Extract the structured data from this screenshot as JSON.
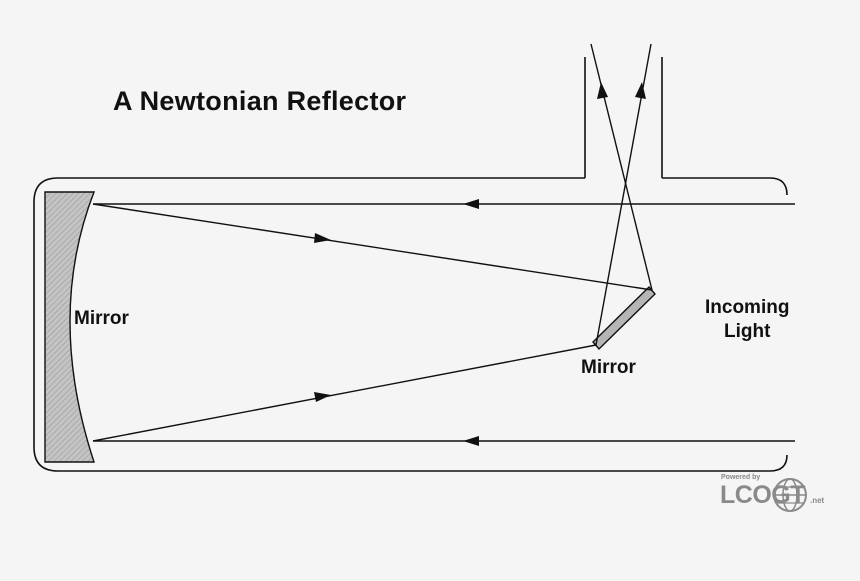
{
  "title": "A Newtonian Reflector",
  "labels": {
    "primary_mirror": "Mirror",
    "secondary_mirror": "Mirror",
    "incoming_light_line1": "Incoming",
    "incoming_light_line2": "Light"
  },
  "logo": {
    "powered_by": "Powered by",
    "name": "LCOGT",
    "suffix": ".net"
  },
  "colors": {
    "background": "#f5f5f5",
    "line": "#111111",
    "mirror_fill": "#b8b8b8",
    "logo": "#8a8a8a"
  }
}
